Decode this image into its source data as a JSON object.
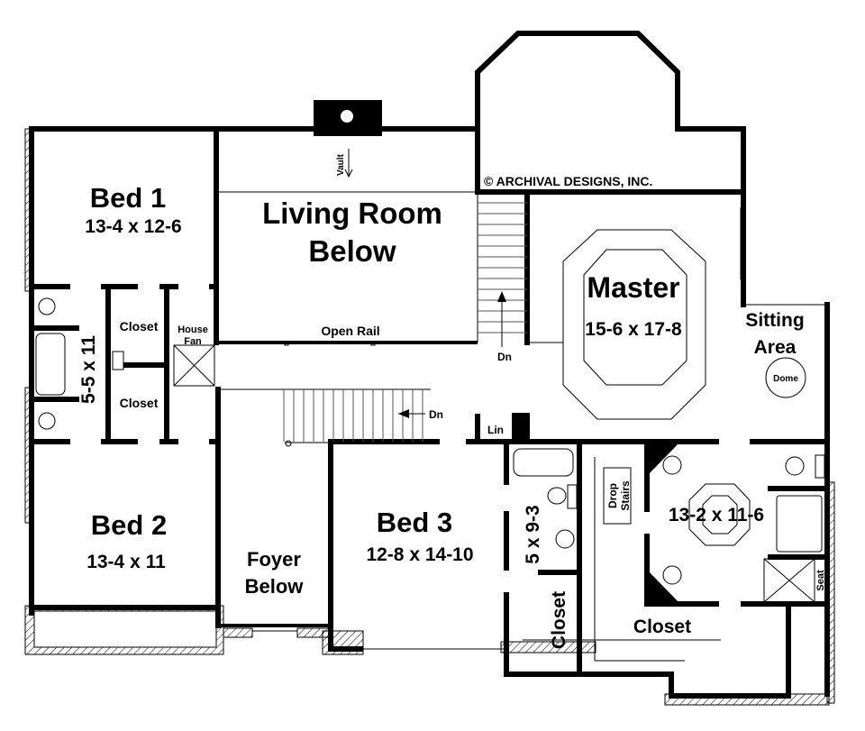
{
  "plan": {
    "copyright": "© ARCHIVAL DESIGNS, INC.",
    "rooms": {
      "bed1": {
        "name": "Bed 1",
        "size": "13-4 x 12-6"
      },
      "bed2": {
        "name": "Bed 2",
        "size": "13-4 x 11"
      },
      "bed3": {
        "name": "Bed 3",
        "size": "12-8 x 14-10"
      },
      "living": {
        "line1": "Living Room",
        "line2": "Below"
      },
      "master": {
        "name": "Master",
        "size": "15-6 x 17-8"
      },
      "sitting": {
        "line1": "Sitting",
        "line2": "Area"
      },
      "foyer": {
        "line1": "Foyer",
        "line2": "Below"
      },
      "master_bath": {
        "size": "13-2 x 11-6"
      },
      "hall_bath": {
        "size": "5-5 x 11"
      },
      "bed3_bath": {
        "size": "5 x 9-3"
      },
      "master_closet": {
        "name": "Closet"
      },
      "bed3_closet": {
        "name": "Closet"
      },
      "closet_upper": {
        "name": "Closet"
      },
      "closet_lower": {
        "name": "Closet"
      }
    },
    "labels": {
      "vault": "Vault",
      "open_rail": "Open Rail",
      "house_fan_1": "House",
      "house_fan_2": "Fan",
      "dn_main": "Dn",
      "dn_rear": "Dn",
      "lin": "Lin",
      "dome": "Dome",
      "drop_stairs_1": "Drop",
      "drop_stairs_2": "Stairs",
      "seat": "Seat"
    }
  }
}
